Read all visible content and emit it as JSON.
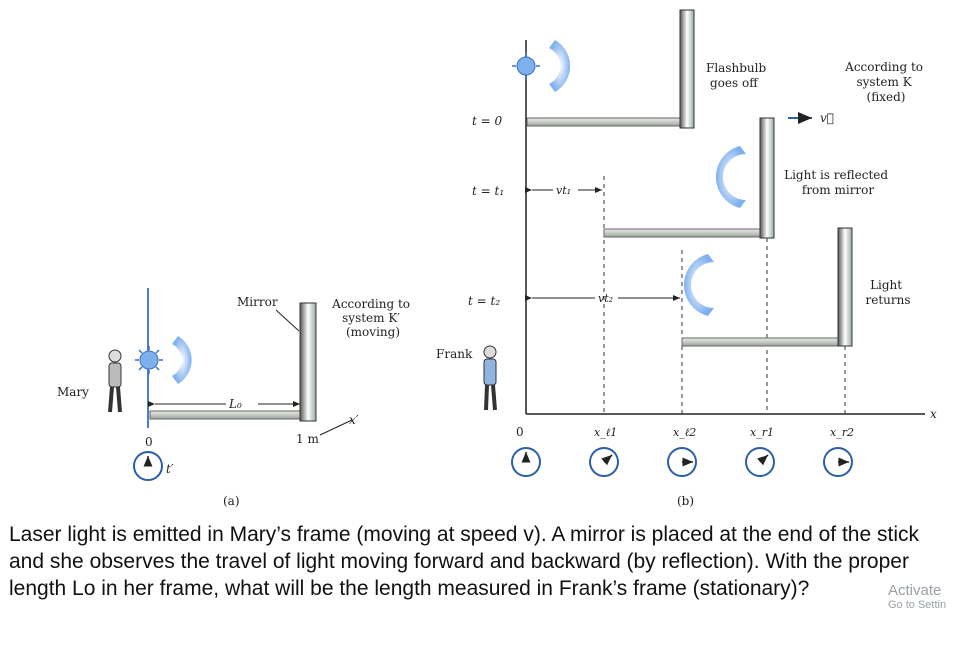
{
  "figure": {
    "panel_a": {
      "mirror_label": "Mirror",
      "system_label": [
        "According to",
        "system K′",
        "(moving)"
      ],
      "person_label": "Mary",
      "length_label": "L₀",
      "origin_label": "0",
      "end_label": "1 m",
      "axis_label": "x′",
      "clock_label": "t′",
      "caption": "(a)"
    },
    "panel_b": {
      "flashbulb_label": [
        "Flashbulb",
        "goes off"
      ],
      "system_label": [
        "According to",
        "system K",
        "(fixed)"
      ],
      "velocity_label": "v⃗",
      "reflect_label": [
        "Light is reflected",
        "from mirror"
      ],
      "returns_label": [
        "Light",
        "returns"
      ],
      "person_label": "Frank",
      "times": [
        "t = 0",
        "t = t₁",
        "t = t₂"
      ],
      "distances": [
        "vt₁",
        "vt₂"
      ],
      "x_ticks": [
        "0",
        "x_ℓ1",
        "x_ℓ2",
        "x_r1",
        "x_r2"
      ],
      "axis_label": "x",
      "caption": "(b)"
    }
  },
  "question": "Laser light is emitted in Mary’s frame (moving at speed v). A mirror is placed at the end of the stick and she observes the travel of light moving forward and backward (by reflection). With the proper length Lo in her frame, what will be the length measured in Frank’s frame (stationary)?",
  "watermark": {
    "line1": "Activate",
    "line2": "Go to Settin"
  }
}
